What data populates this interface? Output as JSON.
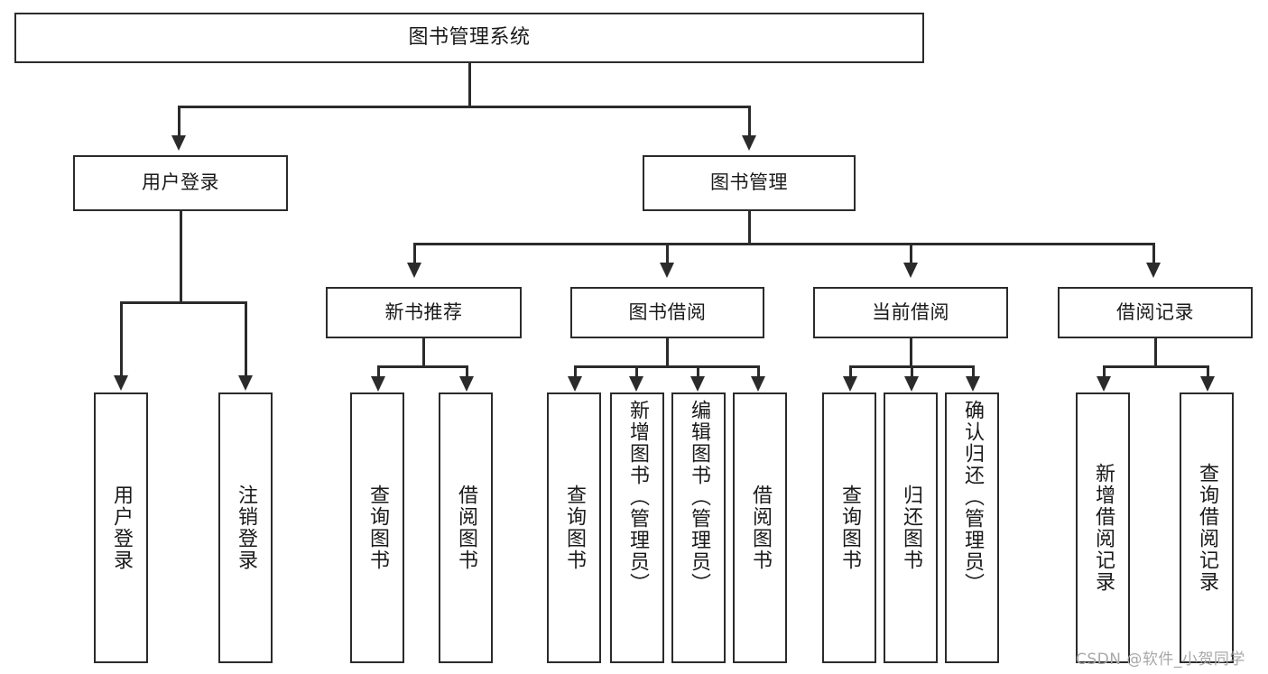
{
  "diagram": {
    "title": "图书管理系统",
    "type": "hierarchy-tree",
    "root": {
      "label": "图书管理系统"
    },
    "level2": [
      {
        "label": "用户登录"
      },
      {
        "label": "图书管理"
      }
    ],
    "level3": [
      {
        "label": "新书推荐"
      },
      {
        "label": "图书借阅"
      },
      {
        "label": "当前借阅"
      },
      {
        "label": "借阅记录"
      }
    ],
    "leaves": {
      "user_login": [
        {
          "label": "用户登录"
        },
        {
          "label": "注销登录"
        }
      ],
      "new_book_recommend": [
        {
          "label": "查询图书"
        },
        {
          "label": "借阅图书"
        }
      ],
      "book_borrow": [
        {
          "label": "查询图书"
        },
        {
          "label": "新增图书（管理员）"
        },
        {
          "label": "编辑图书（管理员）"
        },
        {
          "label": "借阅图书"
        }
      ],
      "current_borrow": [
        {
          "label": "查询图书"
        },
        {
          "label": "归还图书"
        },
        {
          "label": "确认归还（管理员）"
        }
      ],
      "borrow_record": [
        {
          "label": "新增借阅记录"
        },
        {
          "label": "查询借阅记录"
        }
      ]
    }
  },
  "watermark": {
    "text": "CSDN @软件_小贺同学"
  },
  "colors": {
    "border": "#2b2b2b",
    "background": "#ffffff",
    "text": "#1a1a1a",
    "watermark": "#a8a8a8"
  }
}
